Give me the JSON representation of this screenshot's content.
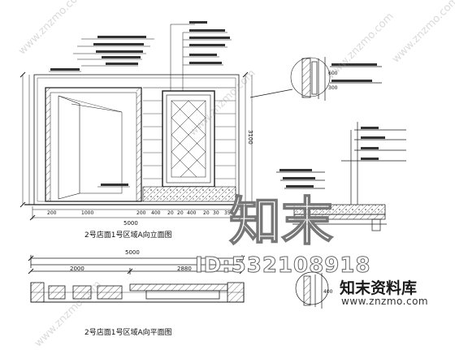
{
  "captions": {
    "elevation": "2号店面1号区域A向立面图",
    "plan": "2号店面1号区域A向平面图"
  },
  "watermark": {
    "id_text": "ID:532108918",
    "logo_cn": "知末",
    "brand_cn": "知末资料库",
    "brand_url": "www.znzmo.com",
    "diag_text": "www.znzmo.com"
  },
  "dims": {
    "elev_total": "5000",
    "plan_total": "5000",
    "plan_seg_a": "2000",
    "plan_seg_b": "2880",
    "bottom": [
      "200",
      "1000",
      "200",
      "400",
      "20",
      "20",
      "400",
      "20",
      "30",
      "350"
    ],
    "height_right": "3100"
  },
  "section_labels": [
    "600",
    "300",
    "400"
  ],
  "colors": {
    "line": "#1a1a1a",
    "hatch": "#555555",
    "bg": "#ffffff"
  }
}
